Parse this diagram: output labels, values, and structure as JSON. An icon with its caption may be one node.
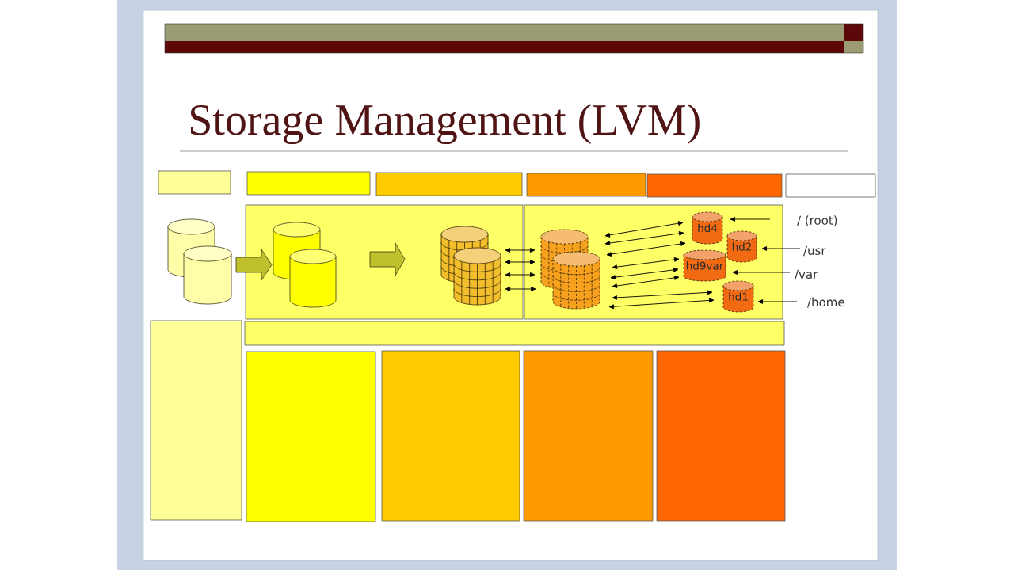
{
  "diagram": {
    "title": "Storage Management (LVM)",
    "nodes": [
      {
        "text": [],
        "shape": "box"
      },
      {
        "text": [],
        "shape": "box"
      },
      {
        "text": [],
        "shape": "box"
      },
      {
        "text": [],
        "shape": "box"
      },
      {
        "text": [],
        "shape": "box"
      },
      {
        "text": [],
        "shape": "box"
      },
      {
        "text": [],
        "shape": "cylinder"
      },
      {
        "text": [],
        "shape": "cylinder"
      },
      {
        "text": [],
        "shape": "box"
      },
      {
        "text": [],
        "shape": "cylinder",
        "in": 8
      },
      {
        "text": [],
        "shape": "cylinder",
        "in": 8
      },
      {
        "text": [],
        "shape": "cylinder",
        "in": 8
      },
      {
        "text": [],
        "shape": "cylinder",
        "in": 8
      },
      {
        "text": [],
        "shape": "box"
      },
      {
        "text": [],
        "shape": "cylinder",
        "in": 13
      },
      {
        "text": [],
        "shape": "cylinder",
        "in": 13
      },
      {
        "text": [
          "hd4"
        ],
        "in": 13
      },
      {
        "text": [
          "hd2"
        ],
        "in": 13
      },
      {
        "text": [
          "hd9var"
        ],
        "in": 13
      },
      {
        "text": [
          "hd1"
        ],
        "in": 13
      },
      {
        "text": [
          "/ (root)"
        ]
      },
      {
        "text": [
          "/usr"
        ]
      },
      {
        "text": [
          "/var"
        ]
      },
      {
        "text": [
          "/home"
        ]
      },
      {
        "text": [],
        "shape": "box"
      },
      {
        "text": [],
        "shape": "box"
      },
      {
        "text": [],
        "shape": "box"
      },
      {
        "text": [],
        "shape": "box"
      },
      {
        "text": [],
        "shape": "box"
      },
      {
        "text": [],
        "shape": "box"
      }
    ],
    "edges": [
      {
        "from": 7,
        "to": 9,
        "arrow": "to",
        "style": "thick",
        "color": "#c0c02c"
      },
      {
        "from": 10,
        "to": 11,
        "arrow": "to",
        "style": "thick",
        "color": "#c0c02c"
      },
      {
        "from": 12,
        "to": 14,
        "arrow": "both"
      },
      {
        "from": 12,
        "to": 14,
        "arrow": "both"
      },
      {
        "from": 12,
        "to": 14,
        "arrow": "both"
      },
      {
        "from": 12,
        "to": 14,
        "arrow": "both"
      },
      {
        "from": 14,
        "to": 16,
        "arrow": "both"
      },
      {
        "from": 15,
        "to": 16,
        "arrow": "both"
      },
      {
        "from": 15,
        "to": 16,
        "arrow": "both"
      },
      {
        "from": 15,
        "to": 18,
        "arrow": "both"
      },
      {
        "from": 15,
        "to": 18,
        "arrow": "both"
      },
      {
        "from": 15,
        "to": 18,
        "arrow": "both"
      },
      {
        "from": 15,
        "to": 19,
        "arrow": "both"
      },
      {
        "from": 15,
        "to": 19,
        "arrow": "both"
      },
      {
        "from": 20,
        "to": 16,
        "arrow": "to"
      },
      {
        "from": 21,
        "to": 17,
        "arrow": "to"
      },
      {
        "from": 22,
        "to": 18,
        "arrow": "to"
      },
      {
        "from": 23,
        "to": 19,
        "arrow": "to"
      }
    ]
  }
}
